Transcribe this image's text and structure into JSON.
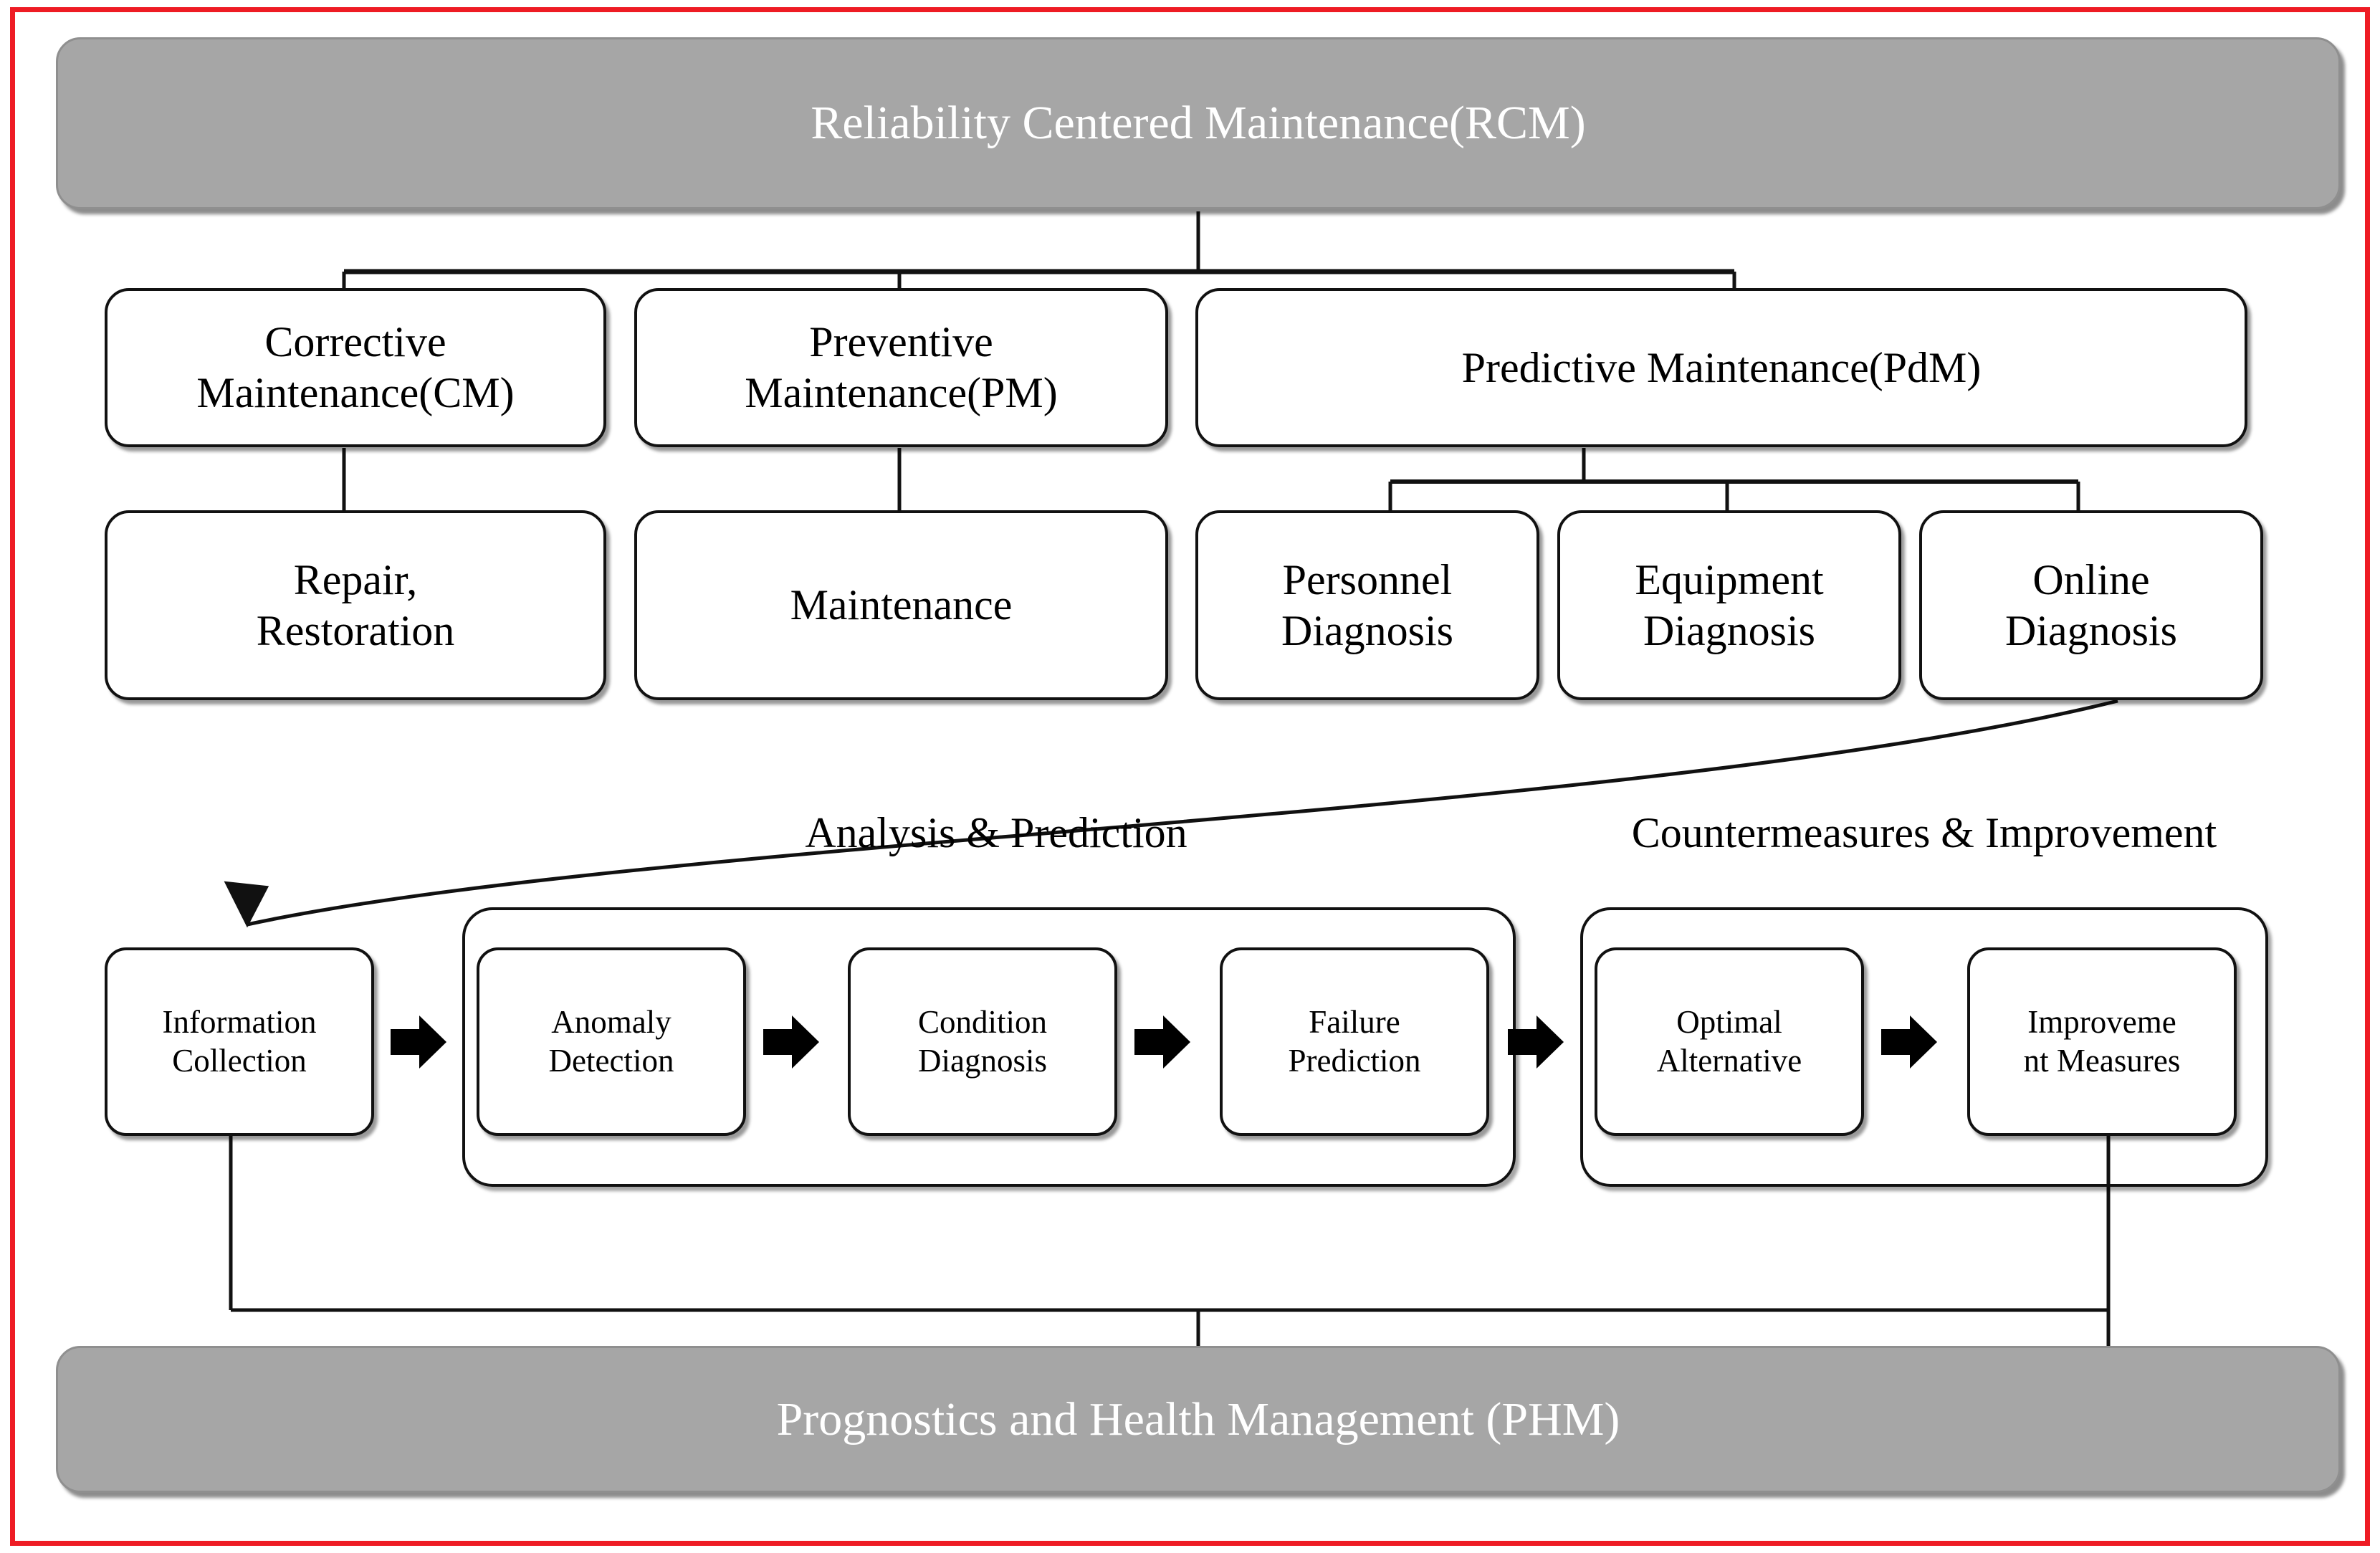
{
  "frame": {
    "border_color": "#ee1c24"
  },
  "top_banner": {
    "label": "Reliability Centered Maintenance(RCM)"
  },
  "bottom_banner": {
    "label": "Prognostics and Health Management (PHM)"
  },
  "level2": [
    {
      "name": "corrective-maintenance",
      "line1": "Corrective",
      "line2": "Maintenance(CM)"
    },
    {
      "name": "preventive-maintenance",
      "line1": "Preventive",
      "line2": "Maintenance(PM)"
    },
    {
      "name": "predictive-maintenance",
      "line1": "Predictive Maintenance(PdM)",
      "line2": ""
    }
  ],
  "level3": [
    {
      "name": "repair-restoration",
      "line1": "Repair,",
      "line2": "Restoration"
    },
    {
      "name": "maintenance",
      "line1": "Maintenance",
      "line2": ""
    },
    {
      "name": "personnel-diagnosis",
      "line1": "Personnel",
      "line2": "Diagnosis"
    },
    {
      "name": "equipment-diagnosis",
      "line1": "Equipment",
      "line2": "Diagnosis"
    },
    {
      "name": "online-diagnosis",
      "line1": "Online",
      "line2": "Diagnosis"
    }
  ],
  "groups": [
    {
      "name": "analysis-prediction",
      "label": "Analysis & Prediction"
    },
    {
      "name": "countermeasures-improvement",
      "label": "Countermeasures & Improvement"
    }
  ],
  "flow_steps": [
    {
      "name": "information-collection",
      "line1": "Information",
      "line2": "Collection"
    },
    {
      "name": "anomaly-detection",
      "line1": "Anomaly",
      "line2": "Detection"
    },
    {
      "name": "condition-diagnosis",
      "line1": "Condition",
      "line2": "Diagnosis"
    },
    {
      "name": "failure-prediction",
      "line1": "Failure",
      "line2": "Prediction"
    },
    {
      "name": "optimal-alternative",
      "line1": "Optimal",
      "line2": "Alternative"
    },
    {
      "name": "improvement-measures",
      "line1": "Improveme",
      "line2": "nt Measures"
    }
  ],
  "colors": {
    "banner_fill": "#a6a6a6",
    "banner_text": "#ffffff",
    "box_stroke": "#111111",
    "frame_red": "#ee1c24"
  }
}
